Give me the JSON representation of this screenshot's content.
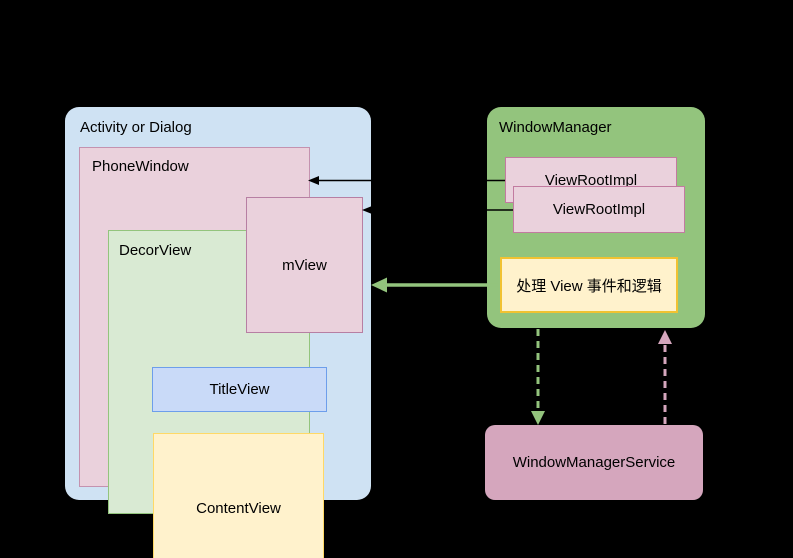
{
  "diagram": {
    "background": "#000000",
    "left_group": {
      "activity": {
        "label": "Activity or Dialog",
        "fill": "#cfe2f3"
      },
      "phone_window": {
        "label": "PhoneWindow",
        "fill": "#ead1dc",
        "border": "#c492af"
      },
      "decor_view": {
        "label": "DecorView",
        "fill": "#d9ead3",
        "border": "#93c47d"
      },
      "title_view": {
        "label": "TitleView",
        "fill": "#c9daf8",
        "border": "#6d9eeb"
      },
      "content_view": {
        "label": "ContentView",
        "fill": "#fff2cc",
        "border": "#ffd966"
      },
      "m_view": {
        "label": "mView",
        "fill": "#ead1dc",
        "border": "#b77fa3"
      }
    },
    "right_group": {
      "window_manager": {
        "label": "WindowManager",
        "fill": "#93c47d"
      },
      "view_root_impl_1": {
        "label": "ViewRootImpl",
        "fill": "#ead1dc",
        "border": "#c27ba0"
      },
      "view_root_impl_2": {
        "label": "ViewRootImpl",
        "fill": "#ead1dc",
        "border": "#c27ba0"
      },
      "handler_note": {
        "label": "处理 View 事件和逻辑",
        "fill": "#fff2cc",
        "border": "#f1c232"
      },
      "window_manager_service": {
        "label": "WindowManagerService",
        "fill": "#d5a6bd"
      }
    },
    "arrows": {
      "vri1_to_phonewindow": {
        "color": "#000000",
        "style": "solid"
      },
      "vri2_to_mview": {
        "color": "#000000",
        "style": "solid"
      },
      "handler_to_mview": {
        "color": "#93c47d",
        "style": "solid-thick"
      },
      "wm_to_wms": {
        "color": "#93c47d",
        "style": "dashed"
      },
      "wms_to_wm": {
        "color": "#d5a6bd",
        "style": "dashed"
      }
    }
  }
}
